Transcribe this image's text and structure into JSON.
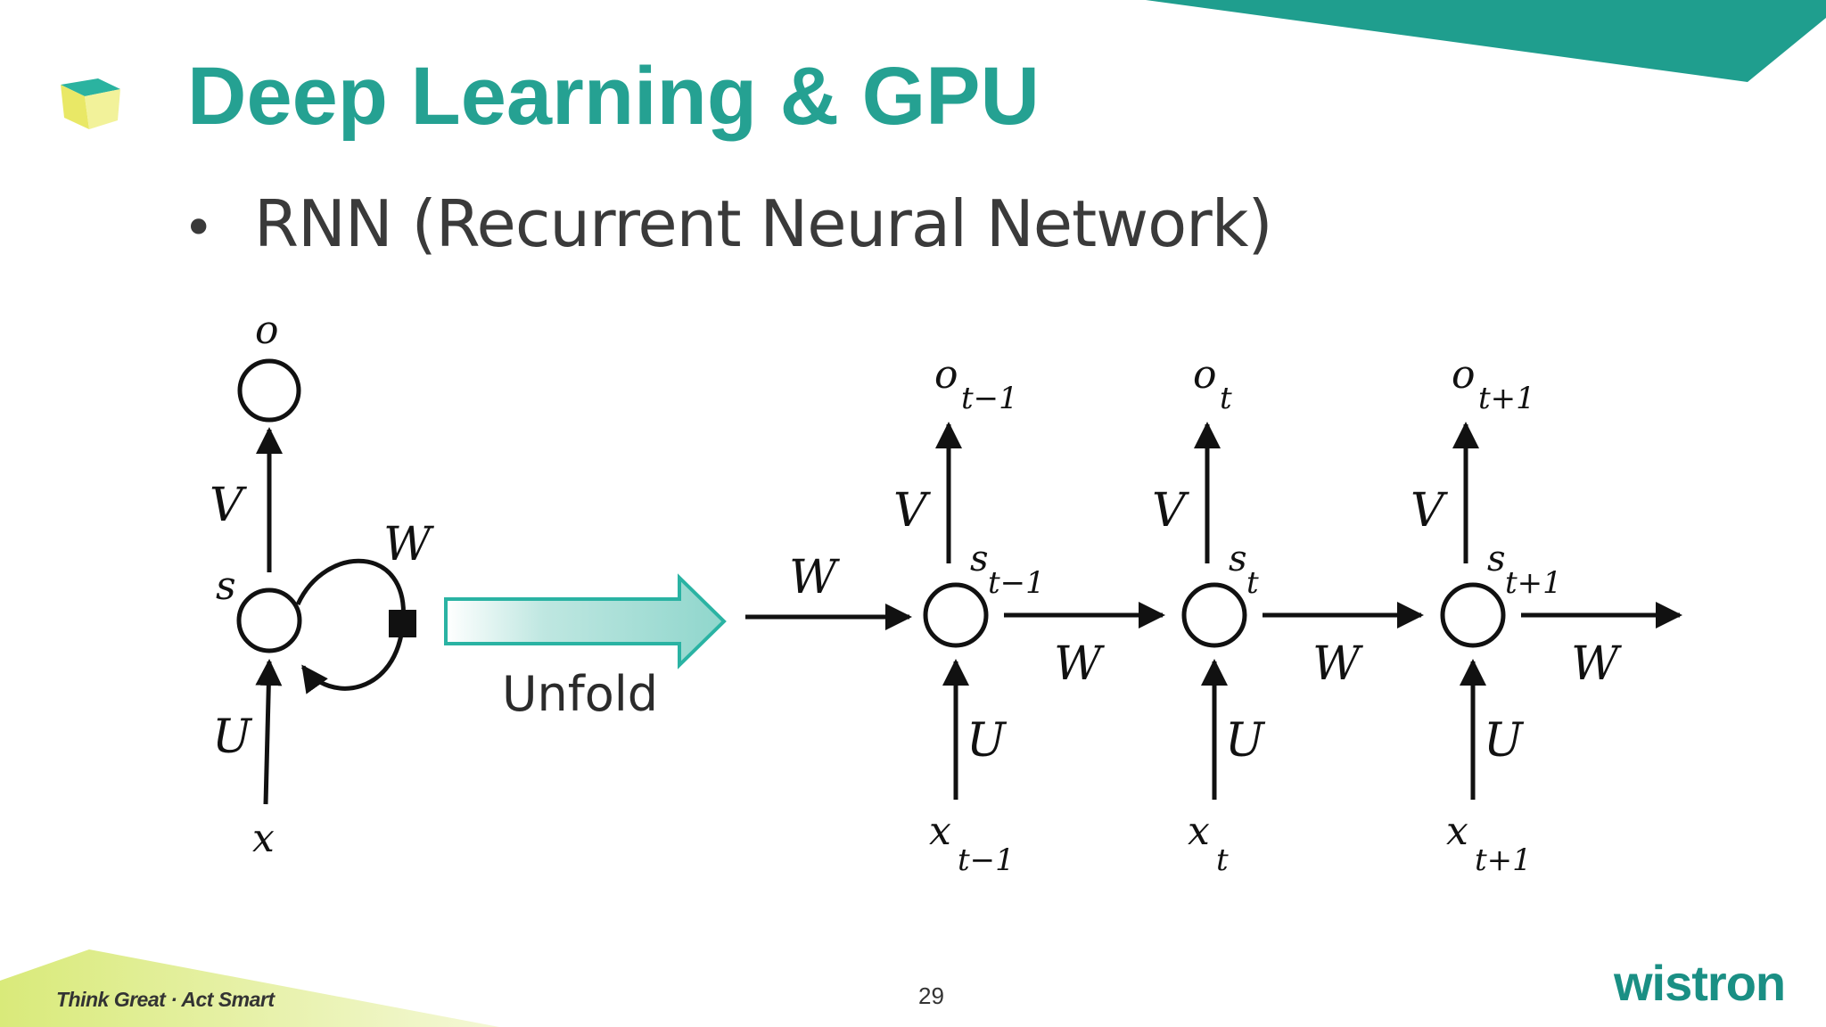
{
  "slide": {
    "title": "Deep Learning & GPU",
    "bullet_marker": "•",
    "bullet_text": "RNN (Recurrent Neural Network)",
    "page_number": "29",
    "slogan": "Think Great · Act Smart",
    "brand": "wistron"
  },
  "diagram": {
    "folded": {
      "output": "o",
      "state": "s",
      "input": "x",
      "v_weight": "V",
      "u_weight": "U",
      "w_weight": "W"
    },
    "unfold_label": "Unfold",
    "incoming_w": "W",
    "steps": [
      {
        "o": "o",
        "o_sub": "t−1",
        "s": "s",
        "s_sub": "t−1",
        "x": "x",
        "x_sub": "t−1",
        "v": "V",
        "u": "U",
        "w_out": "W"
      },
      {
        "o": "o",
        "o_sub": "t",
        "s": "s",
        "s_sub": "t",
        "x": "x",
        "x_sub": "t",
        "v": "V",
        "u": "U",
        "w_out": "W"
      },
      {
        "o": "o",
        "o_sub": "t+1",
        "s": "s",
        "s_sub": "t+1",
        "x": "x",
        "x_sub": "t+1",
        "v": "V",
        "u": "U",
        "w_out": "W"
      }
    ]
  },
  "colors": {
    "accent": "#25a192",
    "accent_light": "#2ab3a3",
    "slogan_band": "#e6ef9a",
    "text": "#3a3a3a"
  }
}
